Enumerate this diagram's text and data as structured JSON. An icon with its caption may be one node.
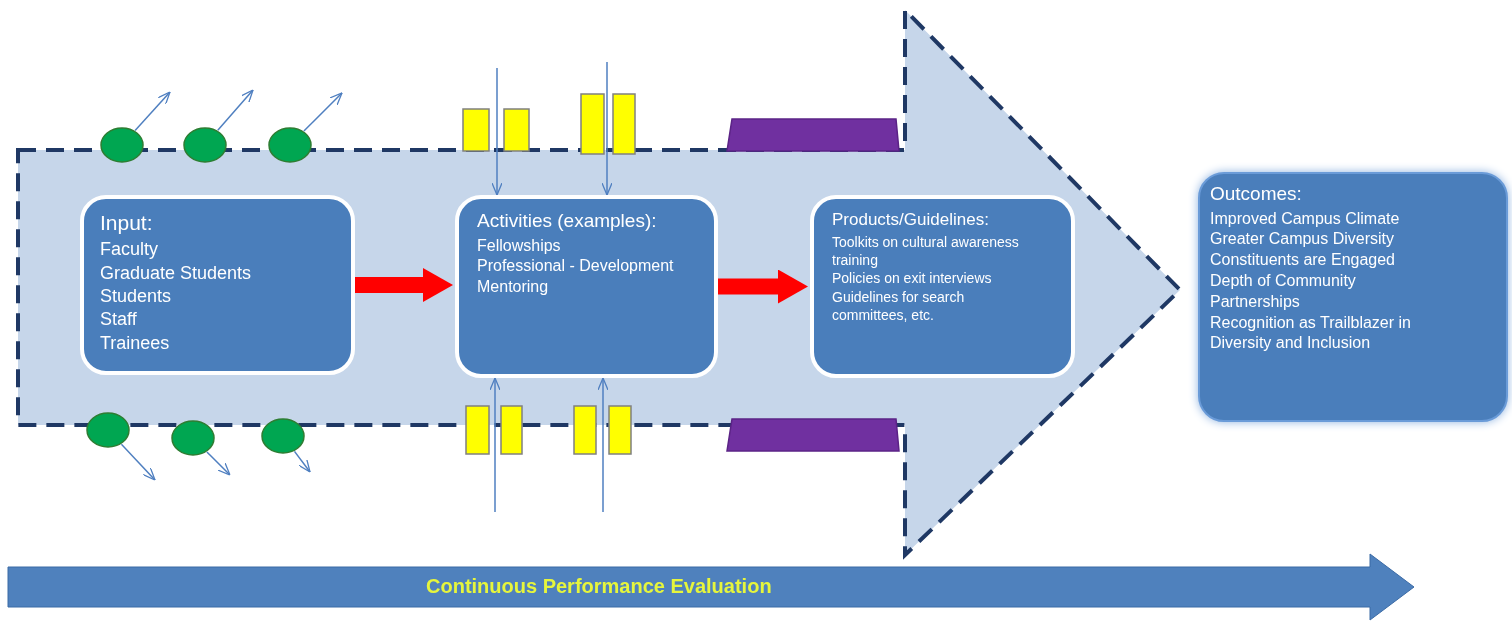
{
  "diagram": {
    "nodes": [
      {
        "text": [],
        "shape": "arrow"
      },
      {
        "text": [],
        "shape": "circle"
      },
      {
        "text": [],
        "shape": "circle"
      },
      {
        "text": [],
        "shape": "circle"
      },
      {
        "text": [],
        "shape": "box"
      },
      {
        "text": [],
        "shape": "box"
      },
      {
        "text": [],
        "shape": "box"
      },
      {
        "text": [],
        "shape": "box"
      },
      {
        "text": [],
        "shape": "trapezoid"
      },
      {
        "text": [
          "Input:",
          "Faculty",
          "Graduate Students",
          "Students",
          "Staff",
          "Trainees"
        ],
        "in": 0
      },
      {
        "text": [
          "Activities (examples):",
          "Fellowships",
          "Professional - Development",
          "Mentoring"
        ],
        "in": 0
      },
      {
        "text": [
          "Products/Guidelines:",
          "Toolkits on cultural awareness training",
          "Policies on exit interviews",
          "Guidelines for search committees, etc."
        ],
        "in": 0
      },
      {
        "text": [
          "Outcomes:",
          "Improved Campus Climate",
          "Greater Campus Diversity",
          "Constituents are Engaged",
          "Depth of Community Partnerships",
          "Recognition as Trailblazer in Diversity and Inclusion"
        ]
      },
      {
        "text": [],
        "shape": "circle"
      },
      {
        "text": [],
        "shape": "circle"
      },
      {
        "text": [],
        "shape": "circle"
      },
      {
        "text": [],
        "shape": "box"
      },
      {
        "text": [],
        "shape": "box"
      },
      {
        "text": [],
        "shape": "box"
      },
      {
        "text": [],
        "shape": "box"
      },
      {
        "text": [],
        "shape": "trapezoid"
      },
      {
        "text": [
          "Continuous Performance Evaluation"
        ]
      }
    ],
    "edges": [
      {
        "from": 1,
        "to": null,
        "arrow": "to"
      },
      {
        "from": 2,
        "to": null,
        "arrow": "to"
      },
      {
        "from": 3,
        "to": null,
        "arrow": "to"
      },
      {
        "from": null,
        "to": 10,
        "arrow": "to"
      },
      {
        "from": null,
        "to": 10,
        "arrow": "to"
      },
      {
        "from": 9,
        "to": 10,
        "arrow": "to",
        "style": "thick",
        "color": "#ff0000"
      },
      {
        "from": 10,
        "to": 11,
        "arrow": "to",
        "style": "thick",
        "color": "#ff0000"
      },
      {
        "from": null,
        "to": 10,
        "arrow": "to"
      },
      {
        "from": null,
        "to": 10,
        "arrow": "to"
      },
      {
        "from": 13,
        "to": null,
        "arrow": "to"
      },
      {
        "from": 14,
        "to": null,
        "arrow": "to"
      },
      {
        "from": 15,
        "to": null,
        "arrow": "to"
      }
    ]
  }
}
